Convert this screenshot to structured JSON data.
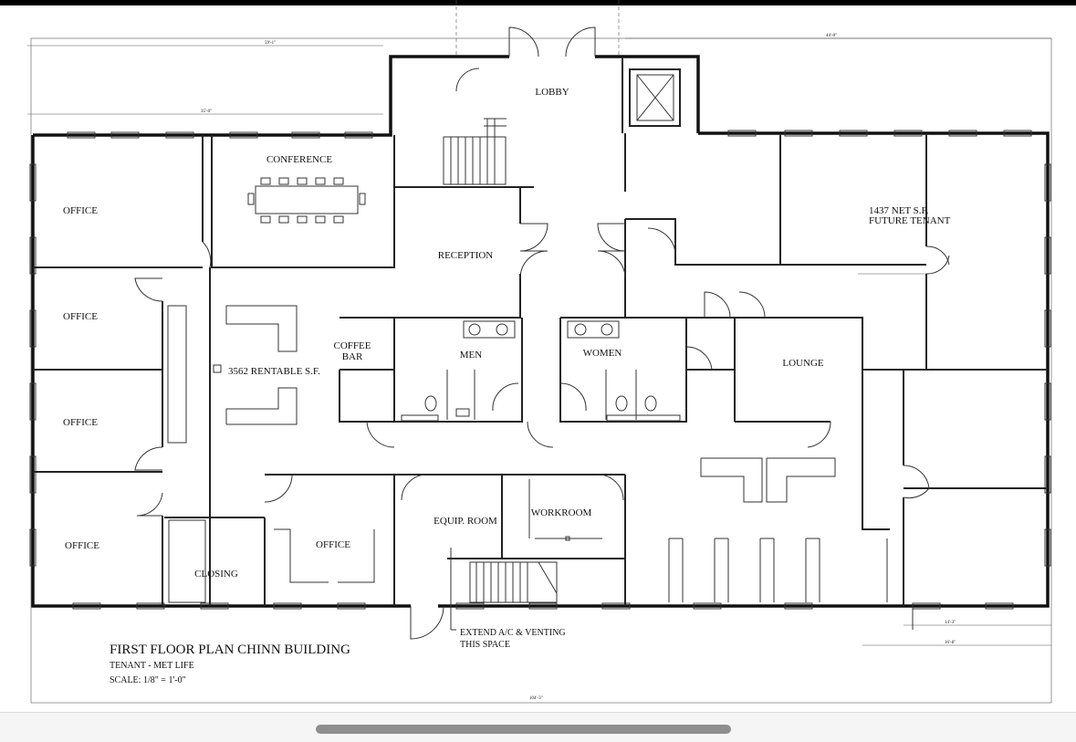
{
  "plan": {
    "title": "FIRST FLOOR PLAN CHINN BUILDING",
    "tenant": "TENANT - MET LIFE",
    "scale": "SCALE: 1/8\" = 1'-0\"",
    "rooms": {
      "lobby": "LOBBY",
      "conference": "CONFERENCE",
      "reception": "RECEPTION",
      "office_1": "OFFICE",
      "office_2": "OFFICE",
      "office_3": "OFFICE",
      "office_4": "OFFICE",
      "office_5": "OFFICE",
      "coffee_bar_1": "COFFEE",
      "coffee_bar_2": "BAR",
      "rentable": "3562 RENTABLE S.F.",
      "men": "MEN",
      "women": "WOMEN",
      "lounge": "LOUNGE",
      "future_tenant_1": "1437 NET S.F.",
      "future_tenant_2": "FUTURE TENANT",
      "equip_room": "EQUIP. ROOM",
      "workroom": "WORKROOM",
      "closing": "CLOSING"
    },
    "note_1": "EXTEND A/C & VENTING",
    "note_2": "THIS SPACE",
    "dimensions": {
      "top_left": "59'-1\"",
      "top_right": "44'-0\"",
      "upper_left": "35'-0\"",
      "overall": "104'-3\"",
      "right_a": "16'-8\"",
      "right_b": "14'-3\""
    }
  },
  "colors": {
    "ink": "#111111",
    "paper": "#ffffff",
    "scroll_thumb": "#8e8e8e"
  }
}
